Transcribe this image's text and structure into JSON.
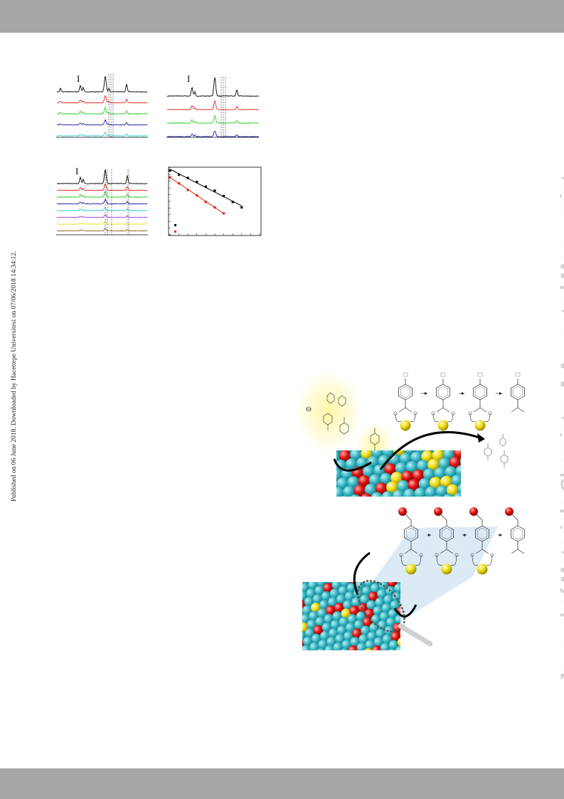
{
  "header": {
    "color": "#a6a6a6"
  },
  "footer": {
    "color": "#a6a6a6"
  },
  "side_note": "Published on 06 June 2018. Downloaded by Hacettepe Universitesi on 07/06/2018 14:34:12.",
  "watermark": "Journal of Materials Chemistry A Accepted Manuscript",
  "panels": {
    "panel_a": {
      "marker": "I",
      "trace_colors": [
        "#000000",
        "#e8231a",
        "#22cc22",
        "#1a1aaa",
        "#22cccc"
      ]
    },
    "panel_b": {
      "marker": "I",
      "trace_colors": [
        "#000000",
        "#e8231a",
        "#22cc22",
        "#1a1aaa"
      ]
    },
    "panel_c": {
      "marker": "I",
      "trace_colors": [
        "#000000",
        "#e8231a",
        "#22cc22",
        "#1a1aaa",
        "#22cccc",
        "#a040e0",
        "#e8e020",
        "#8a6a20"
      ]
    }
  },
  "chart_data": {
    "type": "scatter",
    "series": [
      {
        "color": "#000000",
        "x": [
          0,
          1,
          2,
          3,
          4,
          5,
          6,
          7,
          8
        ],
        "y": [
          9.6,
          9.0,
          8.5,
          7.9,
          7.2,
          6.6,
          5.8,
          4.9,
          4.1
        ]
      },
      {
        "color": "#e8231a",
        "x": [
          0,
          1,
          2,
          3,
          4,
          5,
          6
        ],
        "y": [
          8.6,
          7.7,
          6.7,
          5.9,
          4.9,
          4.1,
          3.2
        ]
      }
    ],
    "xlim": [
      0,
      10
    ],
    "ylim": [
      0,
      10
    ],
    "legend": "bottom-left"
  }
}
